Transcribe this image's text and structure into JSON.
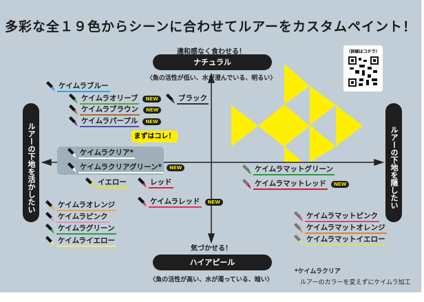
{
  "title": "多彩な全１９色からシーンに合わせてルアーをカスタムペイント！",
  "top": {
    "tagline": "違和感なく食わせる！",
    "label": "ナチュラル",
    "condition": "〈魚の活性が低い、水が澄んでいる、明るい〉"
  },
  "bottom": {
    "tagline": "気づかせる！",
    "label": "ハイアピール",
    "condition": "〈魚の活性が高い、水が濁っている、暗い〉"
  },
  "left_label": "ルアーの下地を活かしたい",
  "right_label": "ルアーの下地を隠したい",
  "qr_label": "〈詳細はコチラ〉",
  "callout": "まずはコレ！",
  "new_badge": "NEW",
  "items": [
    {
      "label": "ケイムラブルー",
      "color": "#2aa7e0"
    },
    {
      "label": "ケイムラオリーブ",
      "color": "#5aa538"
    },
    {
      "label": "ケイムラブラウン",
      "color": "#b8652b"
    },
    {
      "label": "ケイムラパープル",
      "color": "#5a4aa8"
    },
    {
      "label": "ブラック",
      "color": "#333333"
    },
    {
      "label": "ケイムラクリア*",
      "color": "#ffffff"
    },
    {
      "label": "ケイムラクリアグリーン*",
      "color": "#ffffff"
    },
    {
      "label": "イエロー",
      "color": "#f2e600"
    },
    {
      "label": "レッド",
      "color": "#e0203a"
    },
    {
      "label": "ケイムラレッド",
      "color": "#e0305a"
    },
    {
      "label": "ケイムラオレンジ",
      "color": "#f0a050"
    },
    {
      "label": "ケイムラピンク",
      "color": "#e890b8"
    },
    {
      "label": "ケイムラグリーン",
      "color": "#2aa040"
    },
    {
      "label": "ケイムライエロー",
      "color": "#f2ea70"
    },
    {
      "label": "ケイムラマットグリーン",
      "color": "#2a9a40"
    },
    {
      "label": "ケイムラマットレッド",
      "color": "#d02030"
    },
    {
      "label": "ケイムラマットピンク",
      "color": "#d04a8a"
    },
    {
      "label": "ケイムラマットオレンジ",
      "color": "#e88030"
    },
    {
      "label": "ケイムラマットイエロー",
      "color": "#d8e060"
    }
  ],
  "footnote": {
    "title": "*ケイムラクリア",
    "text": "ルアーのカラーを変えずにケイムラ加工"
  },
  "colors": {
    "background": "#c1ced7",
    "accent": "#fff000",
    "dark": "#1e1e1e"
  }
}
